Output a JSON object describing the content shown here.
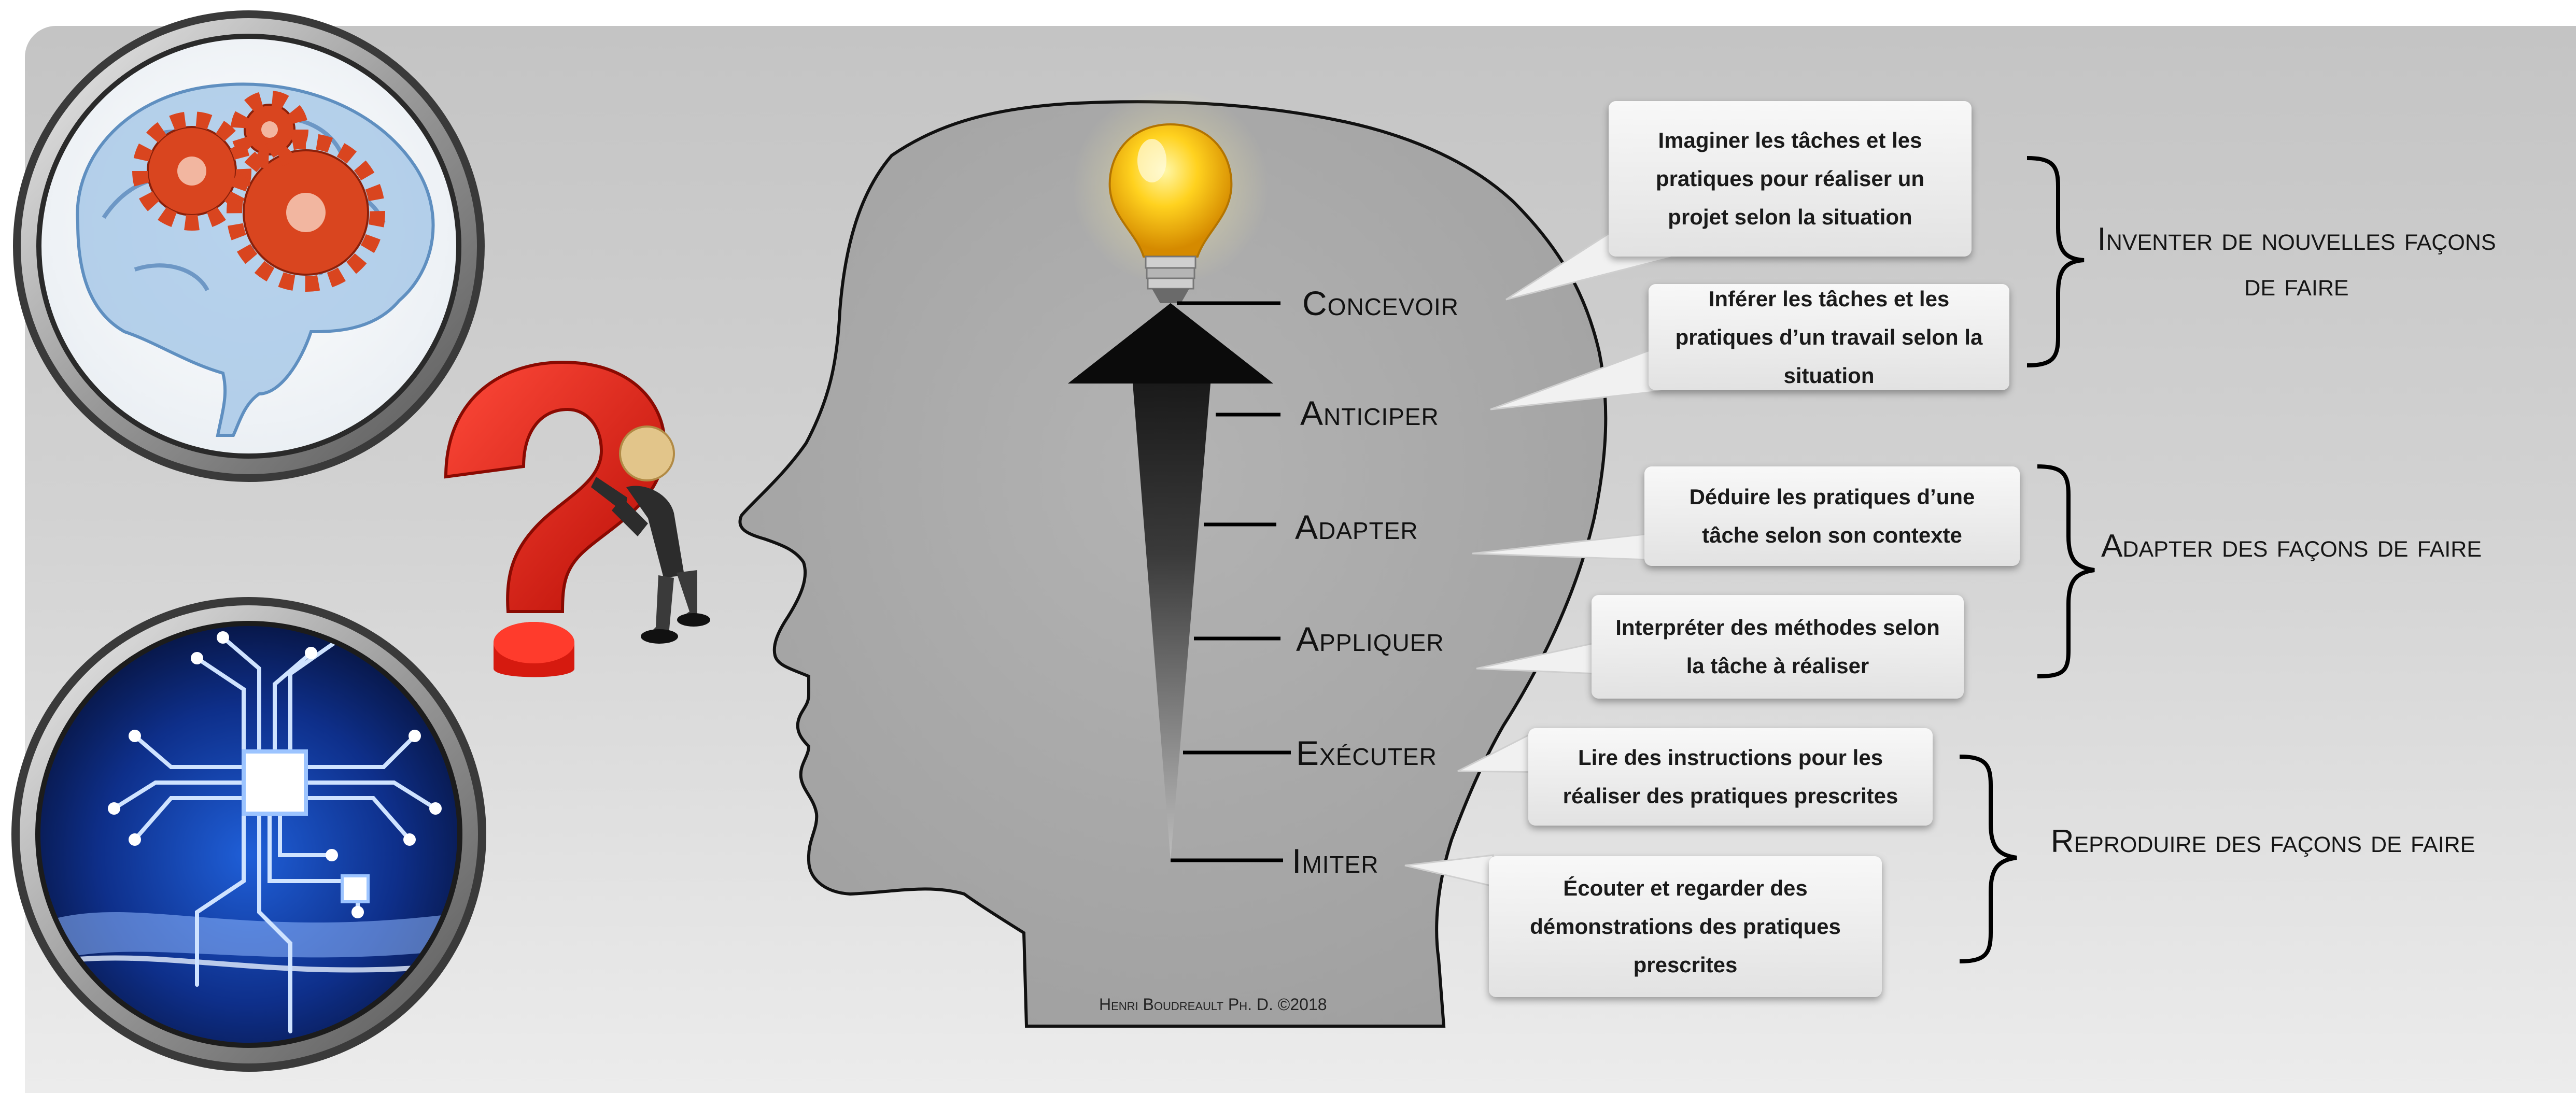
{
  "levels": [
    {
      "label": "Concevoir"
    },
    {
      "label": "Anticiper"
    },
    {
      "label": "Adapter"
    },
    {
      "label": "Appliquer"
    },
    {
      "label": "Exécuter"
    },
    {
      "label": "Imiter"
    }
  ],
  "callouts": [
    {
      "text": "Imaginer les tâches et les pratiques pour réaliser un projet selon la situation"
    },
    {
      "text": "Inférer les tâches et les pratiques d’un travail selon la situation"
    },
    {
      "text": "Déduire les pratiques  d’une tâche selon son contexte"
    },
    {
      "text": "Interpréter des méthodes selon la tâche à réaliser"
    },
    {
      "text": "Lire des instructions pour les réaliser des pratiques prescrites"
    },
    {
      "text": "Écouter et regarder des démonstrations des pratiques prescrites"
    }
  ],
  "groups": [
    {
      "label": "Inventer de nouvelles façons de faire"
    },
    {
      "label": "Adapter des façons de faire"
    },
    {
      "label": "Reproduire des façons de faire"
    }
  ],
  "credit": "Henri Boudreault Ph. D. ©2018",
  "icons": [
    "brain-gears-icon",
    "question-mark-icon",
    "circuit-board-icon",
    "light-bulb-icon"
  ],
  "colors": {
    "head": "#a9a9a9",
    "question_mark": "#e0190f",
    "gears": "#d9451f",
    "bulb": "#f6c21c",
    "circuit_bg": "#0a1d5a",
    "circuit_lines": "#cfe3ff"
  }
}
